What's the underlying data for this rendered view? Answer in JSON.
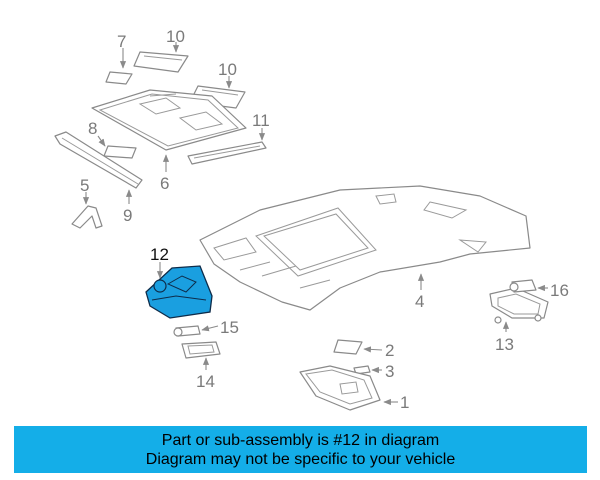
{
  "callouts": {
    "c1": "1",
    "c2": "2",
    "c3": "3",
    "c4": "4",
    "c5": "5",
    "c6": "6",
    "c7": "7",
    "c8": "8",
    "c9": "9",
    "c10a": "10",
    "c10b": "10",
    "c11": "11",
    "c12": "12",
    "c13": "13",
    "c14": "14",
    "c15": "15",
    "c16": "16"
  },
  "highlighted_part": "12",
  "colors": {
    "highlight_fill": "#1a9fe0",
    "banner_bg": "#14aee8",
    "line": "#8a8a8a"
  },
  "banner": {
    "line1": "Part or sub-assembly is #12 in diagram",
    "line2": "Diagram may not be specific to your vehicle"
  }
}
